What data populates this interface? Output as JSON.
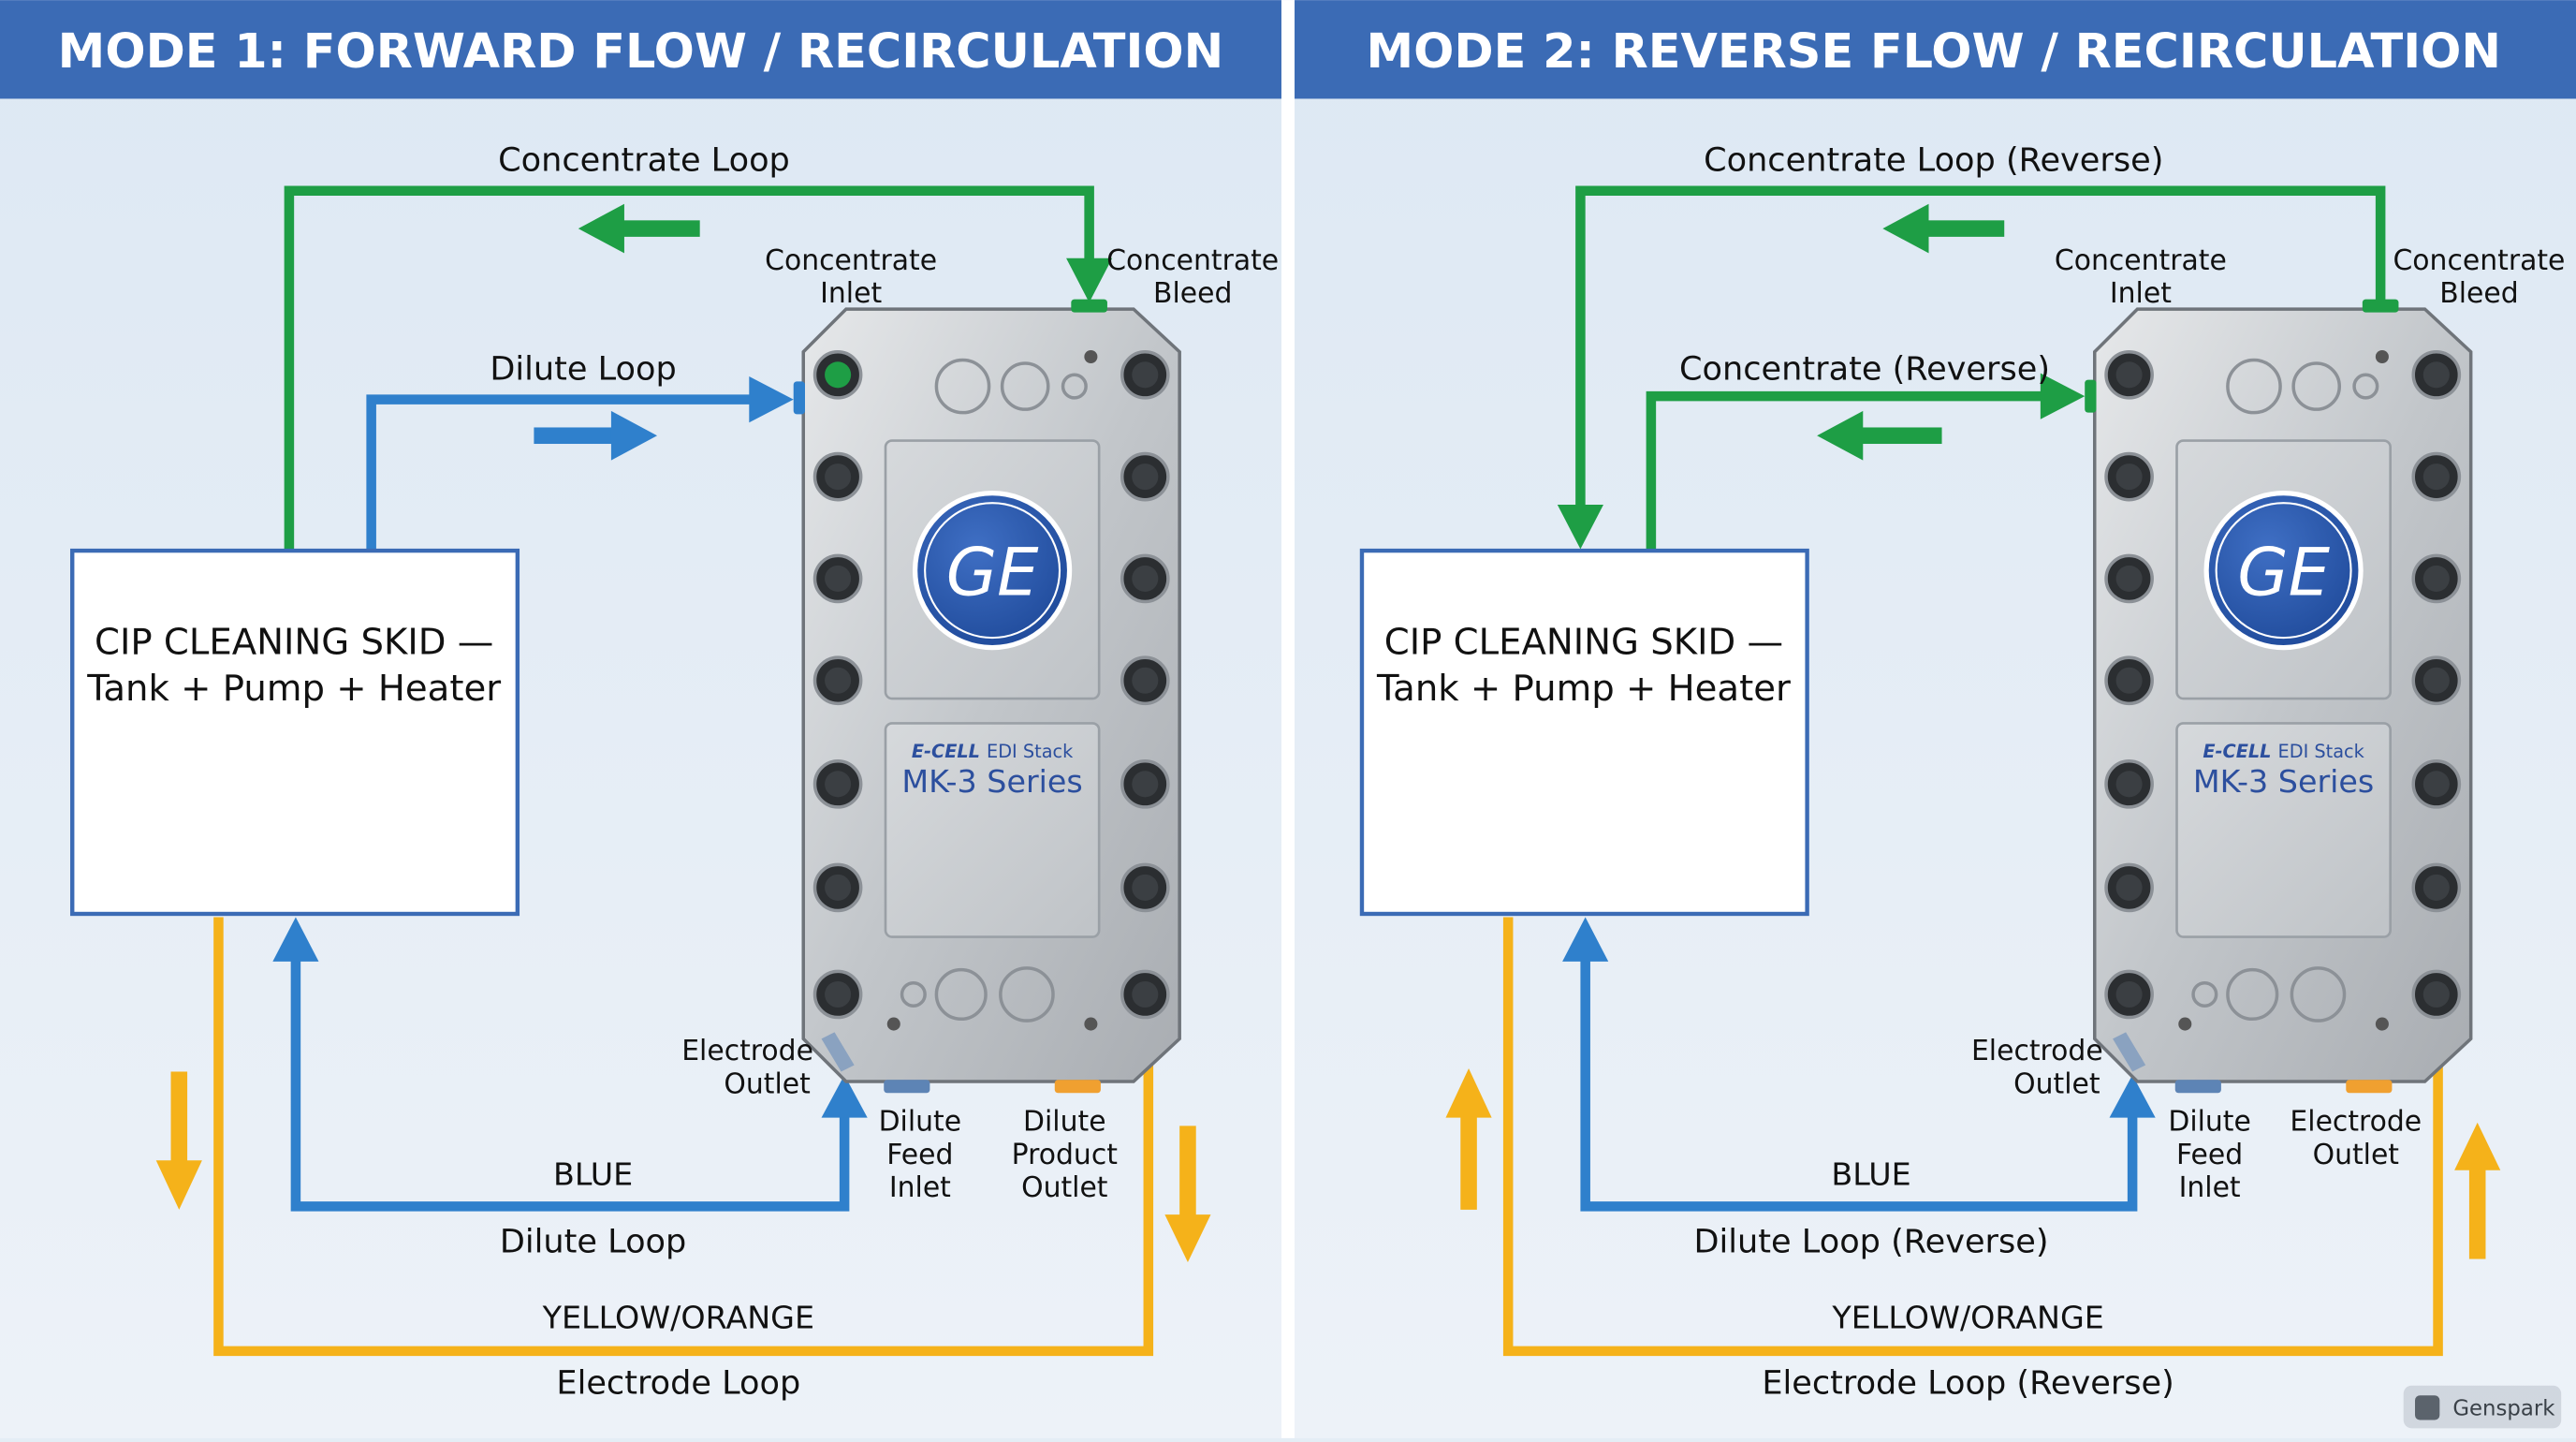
{
  "panels": [
    {
      "title": "MODE 1: FORWARD FLOW / RECIRCULATION",
      "skid": {
        "line1": "CIP CLEANING SKID —",
        "line2": "Tank + Pump + Heater"
      },
      "labels": {
        "conc_loop": "Concentrate Loop",
        "dilute_loop_top": "Dilute Loop",
        "conc_inlet": [
          "Concentrate",
          "Inlet"
        ],
        "conc_bleed": [
          "Concentrate",
          "Bleed"
        ],
        "electrode_outlet": [
          "Electrode",
          "Outlet"
        ],
        "bottom_left_port": [
          "Dilute",
          "Feed",
          "Inlet"
        ],
        "bottom_right_port": [
          "Dilute",
          "Product",
          "Outlet"
        ],
        "blue": "BLUE",
        "dilute_loop_bottom": "Dilute Loop",
        "yellow": "YELLOW/ORANGE",
        "electrode_loop": "Electrode Loop"
      }
    },
    {
      "title": "MODE 2: REVERSE FLOW / RECIRCULATION",
      "skid": {
        "line1": "CIP CLEANING SKID —",
        "line2": "Tank + Pump + Heater"
      },
      "labels": {
        "conc_loop": "Concentrate Loop (Reverse)",
        "dilute_loop_top": "Concentrate (Reverse)",
        "conc_inlet": [
          "Concentrate",
          "Inlet"
        ],
        "conc_bleed": [
          "Concentrate",
          "Bleed"
        ],
        "electrode_outlet": [
          "Electrode",
          "Outlet"
        ],
        "bottom_left_port": [
          "Dilute",
          "Feed",
          "Inlet"
        ],
        "bottom_right_port": [
          "Electrode",
          "Outlet"
        ],
        "blue": "BLUE",
        "dilute_loop_bottom": "Dilute Loop (Reverse)",
        "yellow": "YELLOW/ORANGE",
        "electrode_loop": "Electrode Loop (Reverse)"
      }
    }
  ],
  "stack": {
    "logo": "GE",
    "brand": "E-CELL",
    "product": "EDI Stack",
    "series": "MK-3 Series"
  },
  "watermark": "Genspark",
  "colors": {
    "header": "#3b6bb5",
    "green": "#1e9e45",
    "blue": "#2f80cc",
    "yellow": "#f5b21a",
    "box_border": "#3b6bb5"
  }
}
